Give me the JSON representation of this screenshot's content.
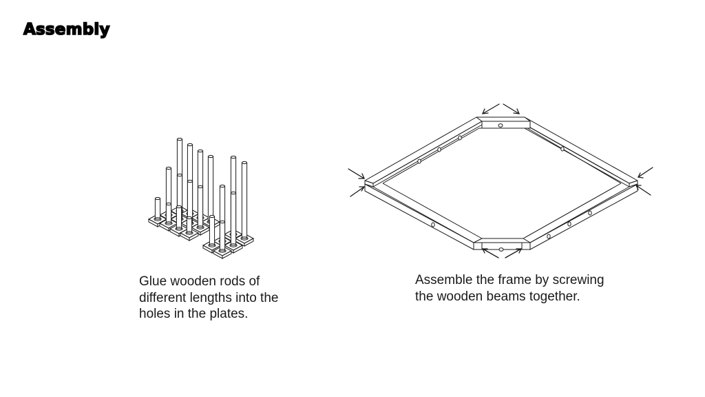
{
  "slide": {
    "title": "Assembly"
  },
  "steps": [
    {
      "caption": "Glue wooden rods of\ndifferent lengths into the\nholes in the plates."
    },
    {
      "caption": "Assemble the frame by screwing\nthe wooden beams together."
    }
  ],
  "colors": {
    "background": "#ffffff",
    "line": "#1a1a1a",
    "text": "#1a1a1a"
  }
}
